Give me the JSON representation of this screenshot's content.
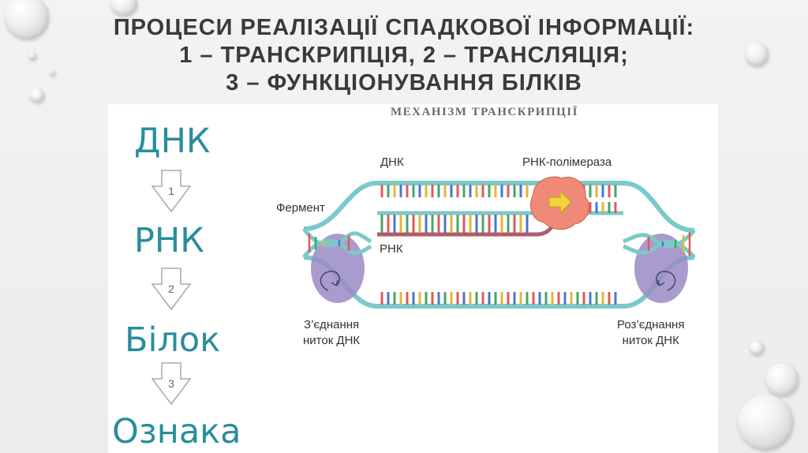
{
  "slide": {
    "title_lines": [
      "Процеси реалізації спадкової інформації:",
      "1 – транскрипція, 2 – трансляція;",
      "3 – функціонування білків"
    ]
  },
  "flow": {
    "steps": [
      "ДНК",
      "РНК",
      "Білок",
      "Ознака"
    ],
    "arrow_numbers": [
      "1",
      "2",
      "3"
    ]
  },
  "diagram": {
    "title": "МЕХАНІЗМ ТРАНСКРИПЦІЇ",
    "labels": {
      "dna": "ДНК",
      "rna_polymerase": "РНК-полімераза",
      "enzyme": "Фермент",
      "rna": "РНК",
      "join_line1": "З’єднання",
      "join_line2": "ниток ДНК",
      "unjoin_line1": "Роз’єднання",
      "unjoin_line2": "ниток ДНК"
    },
    "colors": {
      "backbone": "#7cc9c9",
      "rna_strand": "#b35a6a",
      "enzyme": "#9b8ac4",
      "polymerase": "#f08a78",
      "arrow": "#f3d23c",
      "flow_text": "#2a8d9d"
    }
  }
}
